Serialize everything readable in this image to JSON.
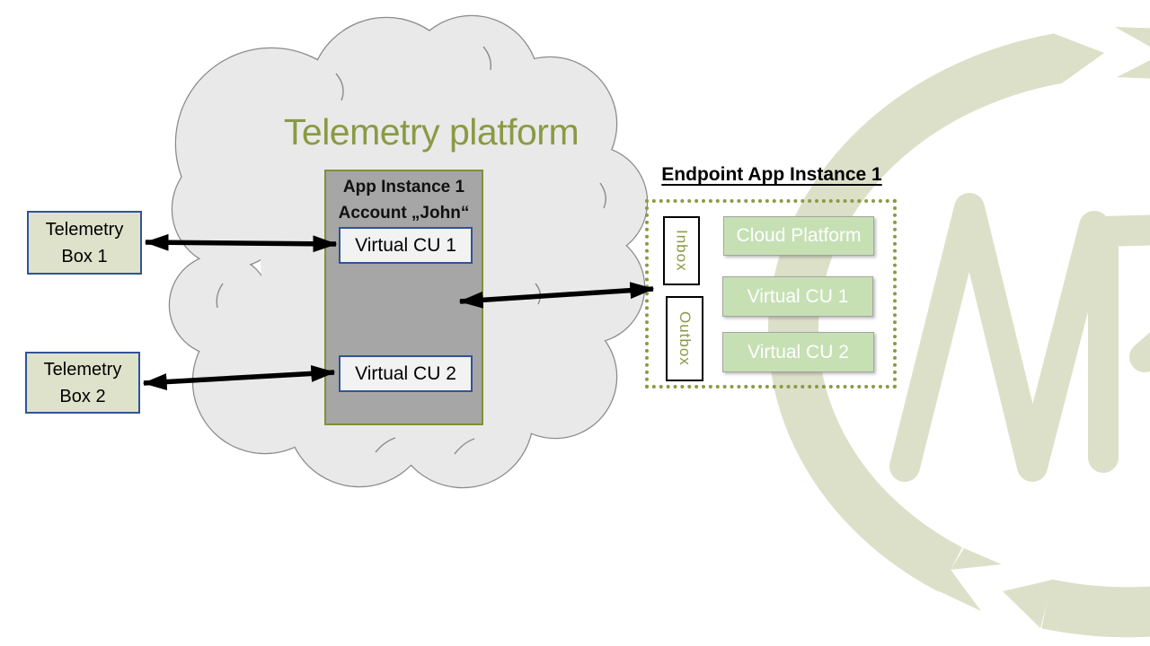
{
  "title": {
    "text": "Telemetry platform"
  },
  "telemetry_box_1": {
    "lines": [
      "Telemetry",
      "Box 1"
    ]
  },
  "telemetry_box_2": {
    "lines": [
      "Telemetry",
      "Box 2"
    ]
  },
  "app_instance": {
    "heading_line1": "App Instance 1",
    "heading_line2": "Account „John“",
    "virtual_cu_1": "Virtual CU 1",
    "virtual_cu_2": "Virtual CU 2"
  },
  "endpoint": {
    "title": "Endpoint App Instance 1",
    "inbox": "Inbox",
    "outbox": "Outbox",
    "boxes": [
      "Cloud Platform",
      "Virtual CU 1",
      "Virtual CU 2"
    ]
  },
  "icons": {
    "cloud_shape": "cloud-outline",
    "arrows": "double-headed-arrow",
    "watermark": "circular-arrow-w-logo"
  },
  "colors": {
    "accent_olive": "#8a9a44",
    "cloud_fill": "#e9e9e9",
    "cloud_stroke": "#8a8a8a",
    "app_box_fill": "#a6a6a6",
    "app_box_border": "#7e9035",
    "cu_box_fill": "#f2f2f2",
    "blue_border": "#2f5496",
    "telemetry_box_fill": "#dfe2cb",
    "endpoint_green_fill": "#c6e0b4",
    "endpoint_green_text": "#ffffff",
    "arrow_color": "#000000",
    "watermark_color": "#dde0c8"
  }
}
